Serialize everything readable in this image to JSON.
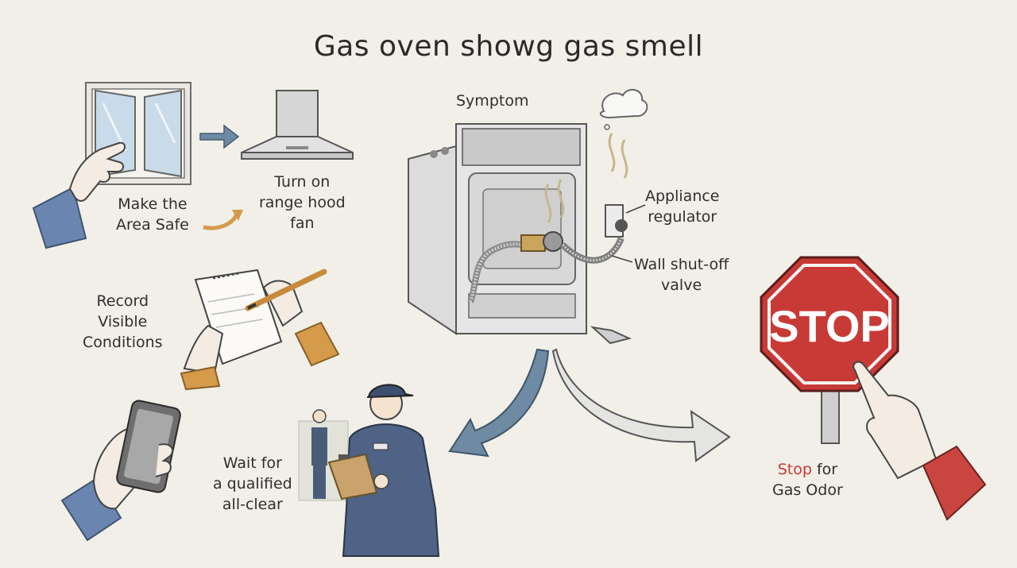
{
  "title": "Gas oven showg gas smell",
  "labels": {
    "symptom": "Symptom",
    "make_safe": [
      "Make the",
      "Area Safe"
    ],
    "range_hood": [
      "Turn on",
      "range hood",
      "fan"
    ],
    "record": [
      "Record",
      "Visible",
      "Conditions"
    ],
    "regulator": [
      "Appliance",
      "regulator"
    ],
    "shutoff": [
      "Wall shut-off",
      "valve"
    ],
    "wait": [
      "Wait for",
      "a qualified",
      "all-clear"
    ],
    "stop_word": "Stop",
    "stop_rest": "for",
    "stop_line2": "Gas Odor",
    "sign_text": "STOP"
  },
  "colors": {
    "background": "#f1efe8",
    "stop_red": "#c83a36",
    "arrow_blue": "#6f8aa3",
    "sleeve_blue": "#6a86b0",
    "sleeve_orange": "#d59a4a",
    "sleeve_red": "#c8463f"
  },
  "icons": [
    "window-icon",
    "range-hood-icon",
    "notepad-icon",
    "oven-icon",
    "smoke-icon",
    "phone-icon",
    "technician-icon",
    "stop-sign-icon"
  ]
}
